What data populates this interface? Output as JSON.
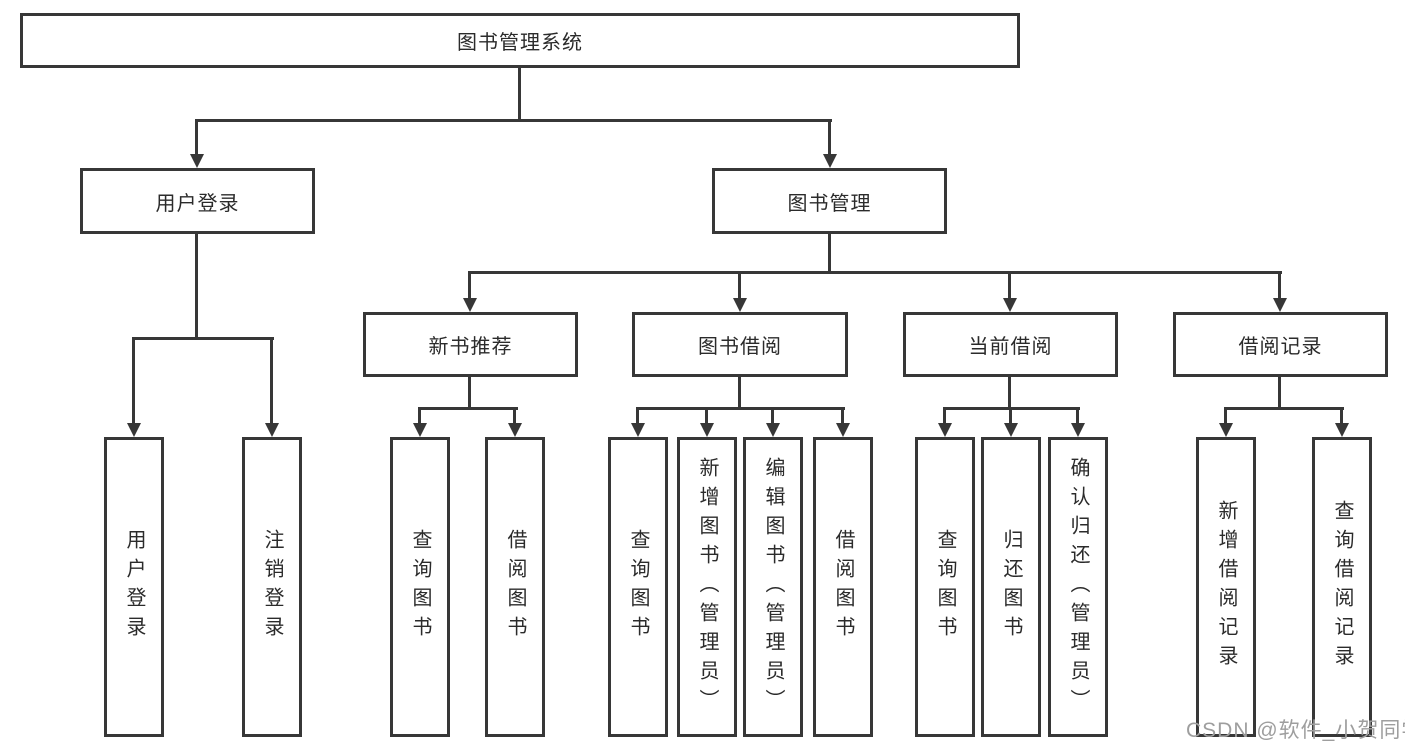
{
  "diagram": {
    "type": "hierarchy-tree",
    "orientation": "top-down"
  },
  "tree": {
    "label": "图书管理系统",
    "children": [
      {
        "label": "用户登录",
        "children": [
          {
            "label": "用户登录"
          },
          {
            "label": "注销登录"
          }
        ]
      },
      {
        "label": "图书管理",
        "children": [
          {
            "label": "新书推荐",
            "children": [
              {
                "label": "查询图书"
              },
              {
                "label": "借阅图书"
              }
            ]
          },
          {
            "label": "图书借阅",
            "children": [
              {
                "label": "查询图书"
              },
              {
                "label": "新增图书（管理员）"
              },
              {
                "label": "编辑图书（管理员）"
              },
              {
                "label": "借阅图书"
              }
            ]
          },
          {
            "label": "当前借阅",
            "children": [
              {
                "label": "查询图书"
              },
              {
                "label": "归还图书"
              },
              {
                "label": "确认归还（管理员）"
              }
            ]
          },
          {
            "label": "借阅记录",
            "children": [
              {
                "label": "新增借阅记录"
              },
              {
                "label": "查询借阅记录"
              }
            ]
          }
        ]
      }
    ]
  },
  "watermark": {
    "text": "CSDN @软件_小贺同学"
  },
  "colors": {
    "line": "#373737",
    "text": "#2b2b2b",
    "watermark": "#9e9e9e",
    "background": "#ffffff"
  }
}
